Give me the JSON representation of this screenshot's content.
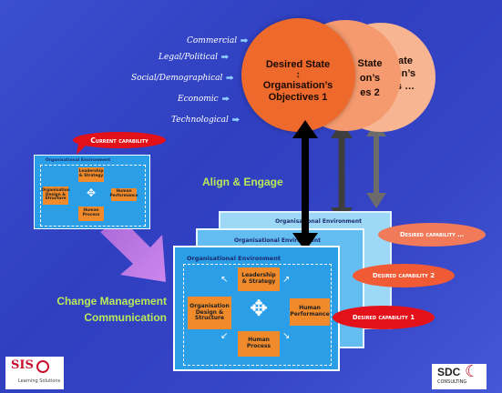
{
  "external_factors": [
    "Commercial",
    "Legal/Political",
    "Social/Demographical",
    "Economic",
    "Technological"
  ],
  "circles": {
    "front": {
      "line1": "Desired State",
      "line2": "Organisation’s",
      "line3": "Objectives 1"
    },
    "middle": {
      "line1": "State",
      "line2": "on’s",
      "line3": "es 2"
    },
    "back": {
      "line1": "ate",
      "line2": "on’s",
      "line3": "s …"
    }
  },
  "labels": {
    "align_engage": "Align & Engage",
    "change_mgmt_line1": "Change Management",
    "change_mgmt_line2": "Communication"
  },
  "current_capability": "Current capability",
  "desired_capabilities": [
    "Desired capability 1",
    "Desired capability 2",
    "Desired capability …"
  ],
  "env_title": "Organisational Environment",
  "env_back_titles": [
    "Organisational Environment",
    "Organisational Environment"
  ],
  "blocks": {
    "leadership": "Leadership & Strategy",
    "design": "Organisation Design & Structure",
    "human_perf": "Human Performance",
    "human_process": "Human Process"
  },
  "logos": {
    "sis": "SIS",
    "sis_sub": "Learning Solutions",
    "sdc": "SDC",
    "sdc_sub": "CONSULTING"
  },
  "colors": {
    "background": "#3342c6",
    "circle_front": "#ee6a2c",
    "circle_middle": "#f59a6e",
    "circle_back": "#f7b592",
    "env_fill": "#2a9ee6",
    "block": "#f08a2a",
    "tag_red": "#e3121a",
    "tag_salmon": "#f07a5a",
    "green_text": "#b9e85a"
  }
}
